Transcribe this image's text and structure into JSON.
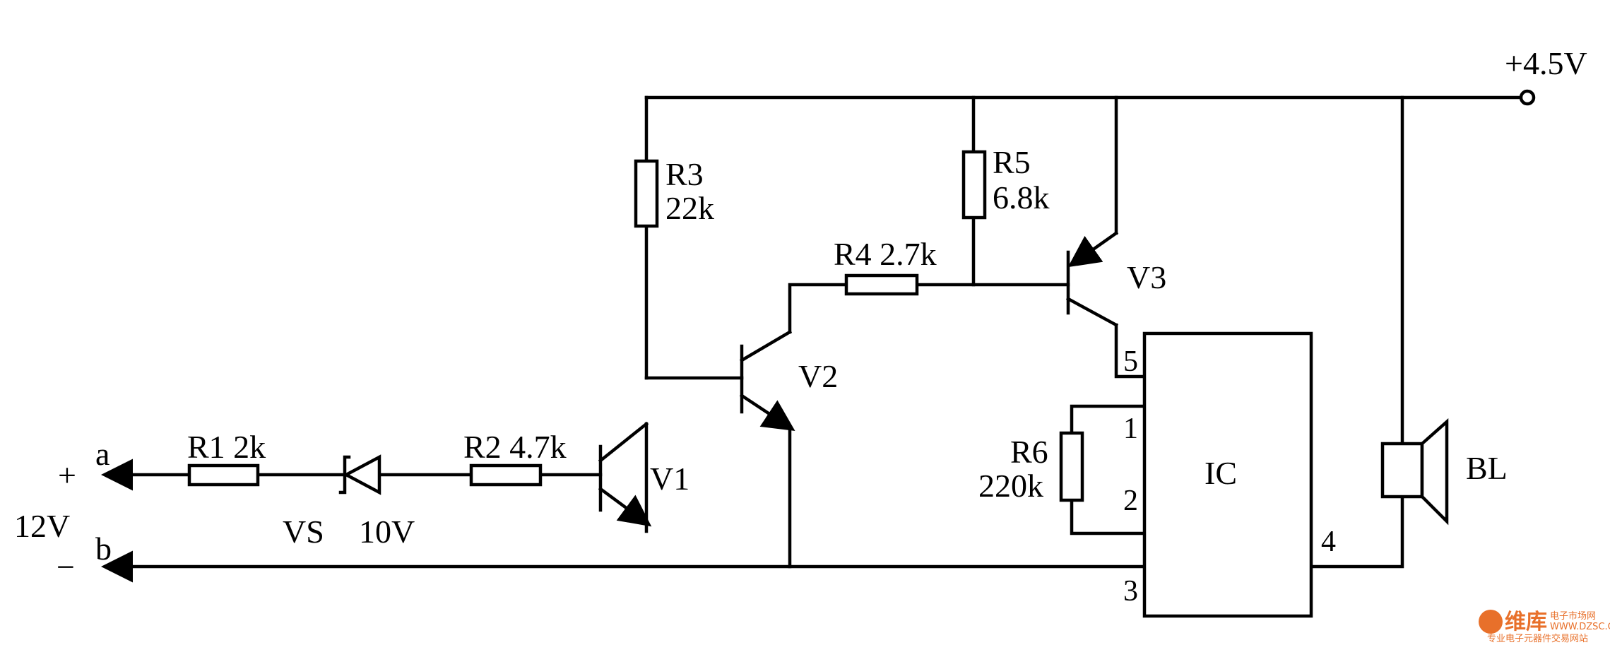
{
  "labels": {
    "supply": "+4.5V",
    "r1": "R1 2k",
    "r2": "R2 4.7k",
    "r3_name": "R3",
    "r3_value": "22k",
    "r4": "R4 2.7k",
    "r5_name": "R5",
    "r5_value": "6.8k",
    "r6_name": "R6",
    "r6_value": "220k",
    "v1": "V1",
    "v2": "V2",
    "v3": "V3",
    "vs": "VS",
    "vs_value": "10V",
    "input_voltage": "12V",
    "terminal_a": "a",
    "terminal_b": "b",
    "plus": "+",
    "minus": "−",
    "ic": "IC",
    "speaker": "BL"
  },
  "ic_pins": {
    "p1": "1",
    "p2": "2",
    "p3": "3",
    "p4": "4",
    "p5": "5"
  },
  "watermark": {
    "brand": "维库",
    "subtitle": "电子市场网",
    "url": "WWW.DZSC.COM",
    "tagline": "专业电子元器件交易网站"
  },
  "colors": {
    "ink": "#000000",
    "background": "#ffffff",
    "watermark": "#e8702a"
  }
}
